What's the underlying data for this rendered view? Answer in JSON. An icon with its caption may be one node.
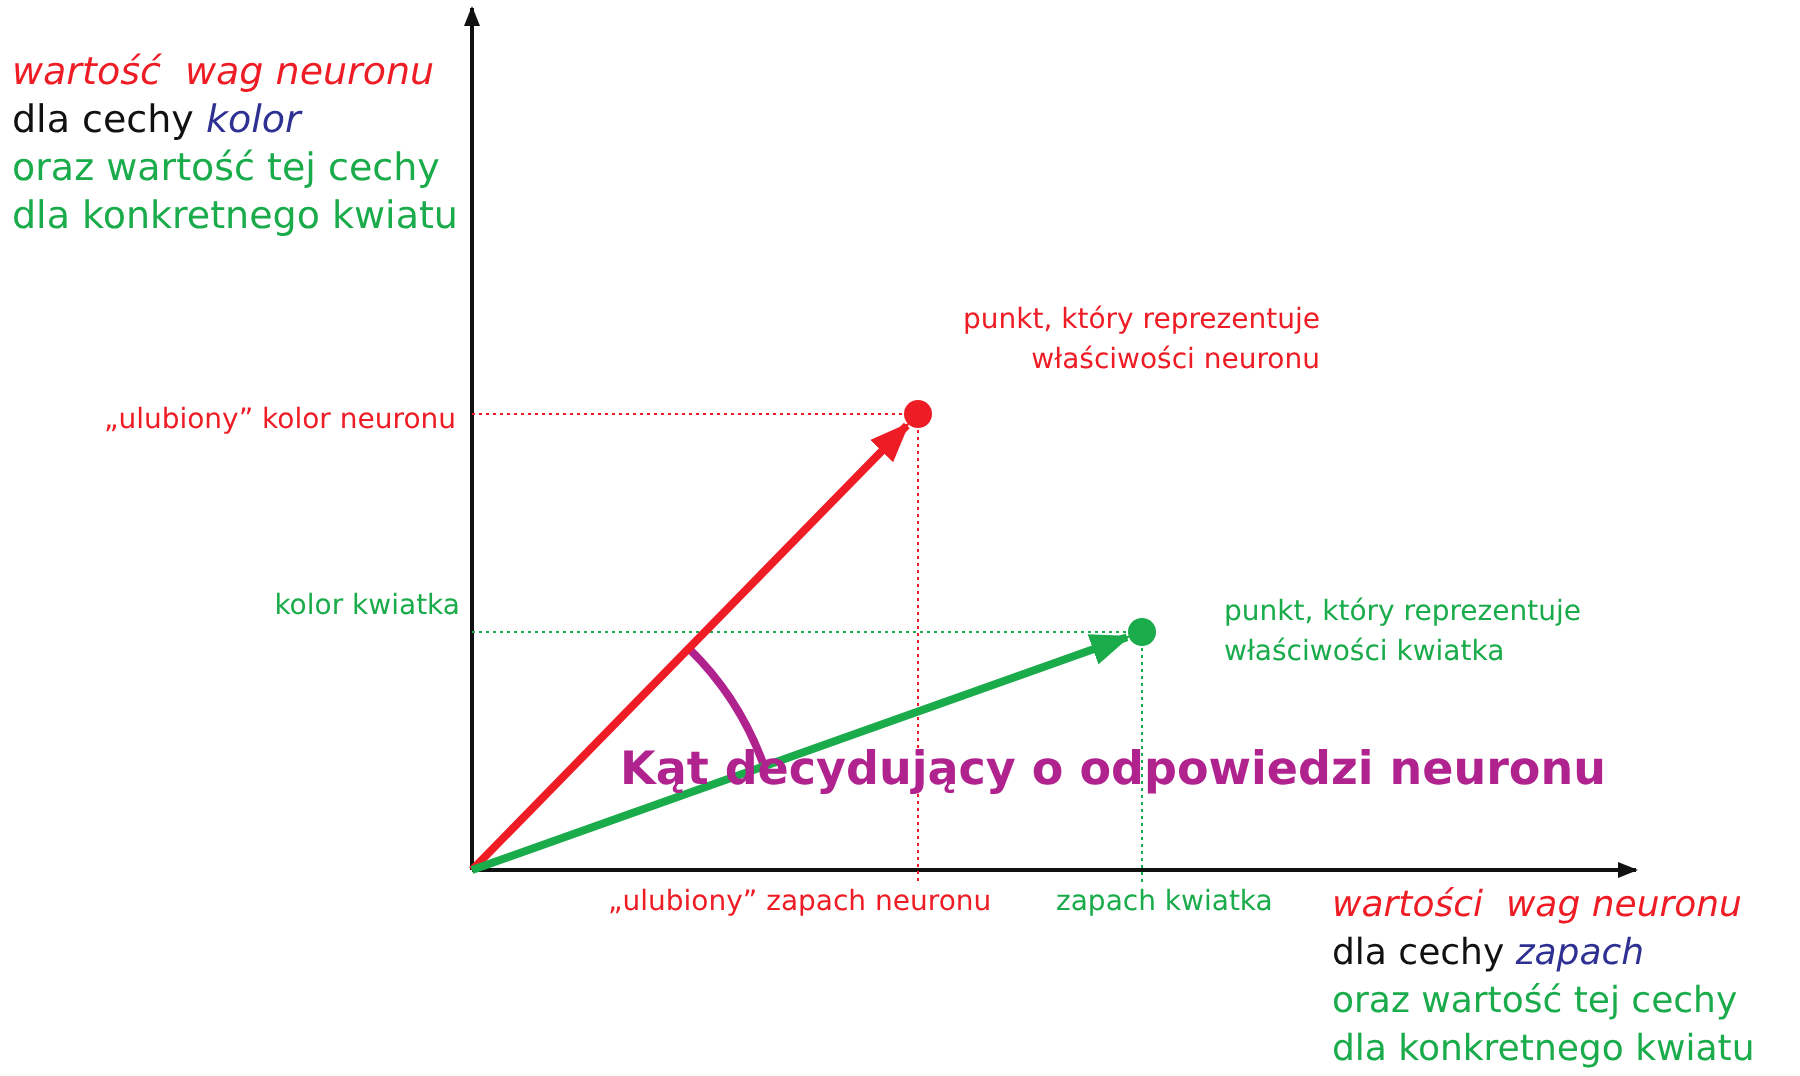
{
  "diagram": {
    "nodes": [
      {
        "text": [],
        "shape": "circle",
        "beside": [
          "punkt, który reprezentuje właściwości neuronu"
        ]
      },
      {
        "text": [],
        "shape": "circle",
        "beside": [
          "punkt, który reprezentuje właściwości kwiatka"
        ]
      }
    ],
    "edges": [
      {
        "from": null,
        "to": 0,
        "arrow": "to",
        "color": "#ee1c25"
      },
      {
        "from": null,
        "to": 1,
        "arrow": "to",
        "color": "#1aab4b"
      }
    ],
    "labels": [
      "wartość  wag neuronu",
      "dla cechy *kolor*",
      "oraz wartość tej cechy",
      "dla konkretnego kwiatu",
      "„ulubiony” kolor neuronu",
      "kolor kwiatka",
      "Kąt decydujący o odpowiedzi neuronu",
      "„ulubiony” zapach neuronu",
      "zapach kwiatka",
      "wartości  wag neuronu",
      "dla cechy *zapach*",
      "oraz wartość tej cechy",
      "dla konkretnego kwiatu"
    ]
  }
}
